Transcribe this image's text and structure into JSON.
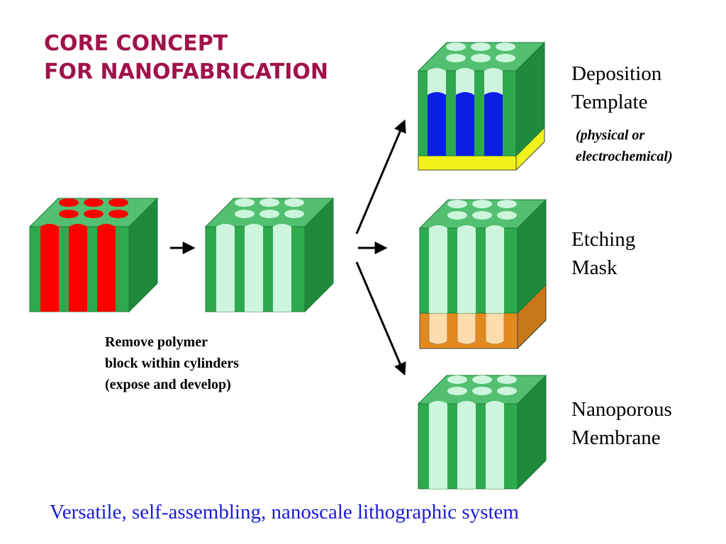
{
  "title": {
    "line1": "CORE CONCEPT",
    "line2": "FOR NANOFABRICATION"
  },
  "labels": {
    "deposition": {
      "line1": "Deposition",
      "line2": "Template"
    },
    "deposition_note": {
      "line1": "(physical or",
      "line2": "electrochemical)"
    },
    "etching": {
      "line1": "Etching",
      "line2": "Mask"
    },
    "membrane": {
      "line1": "Nanoporous",
      "line2": "Membrane"
    }
  },
  "caption": {
    "line1": "Remove polymer",
    "line2": "block within cylinders",
    "line3": "(expose and develop)"
  },
  "footer": "Versatile, self-assembling, nanoscale lithographic system",
  "colors": {
    "title": "#a0124a",
    "footer": "#1a1ad8",
    "matrix_front": "#2eaa4e",
    "matrix_top": "#52c070",
    "matrix_side": "#1f8a3e",
    "pore": "#ccf5dc",
    "polymer_cylinder": "#ff0000",
    "deposit": "#0a1ee6",
    "substrate_yellow": "#f2f21a",
    "substrate_orange": "#e38a1e"
  }
}
